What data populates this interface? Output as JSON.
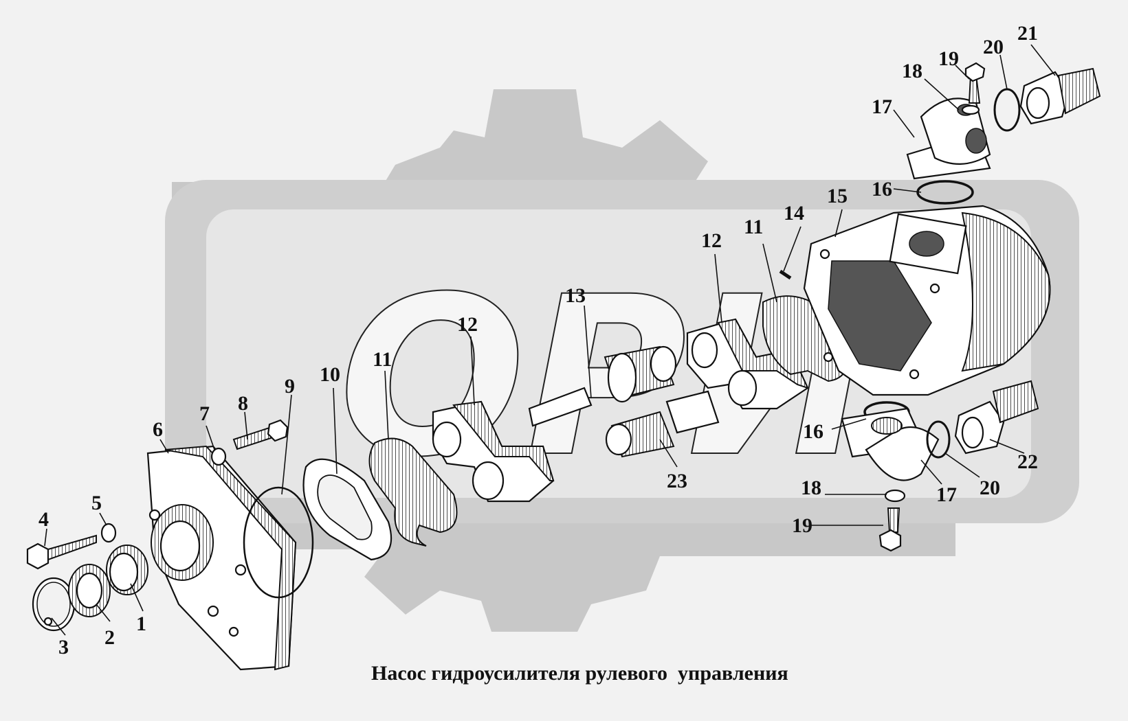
{
  "diagram": {
    "caption": "Насос гидроусилителя рулевого  управления",
    "watermark": "ОРИ",
    "part_labels": [
      "1",
      "2",
      "3",
      "4",
      "5",
      "6",
      "7",
      "8",
      "9",
      "10",
      "11",
      "11",
      "12",
      "12",
      "13",
      "14",
      "15",
      "16",
      "16",
      "17",
      "17",
      "18",
      "18",
      "19",
      "19",
      "20",
      "20",
      "21",
      "22",
      "23"
    ]
  }
}
